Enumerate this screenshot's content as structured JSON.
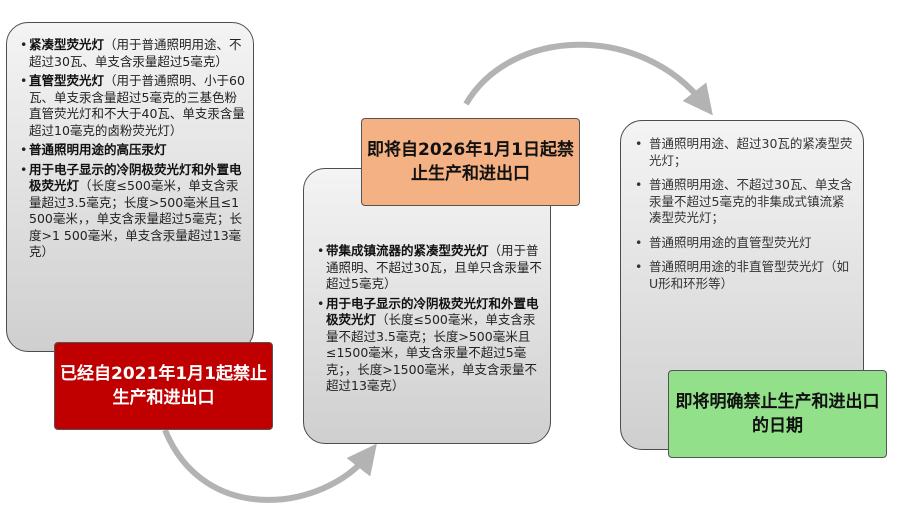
{
  "stage1": {
    "items": [
      {
        "bold": "紧凑型荧光灯",
        "text": "（用于普通照明用途、不超过30瓦、单支含汞量超过5毫克）"
      },
      {
        "bold": "直管型荧光灯",
        "text": "（用于普通照明、小于60瓦、单支汞含量超过5毫克的三基色粉直管荧光灯和不大于40瓦、单支汞含量超过10毫克的卤粉荧光灯）"
      },
      {
        "bold": "普通照明用途的高压汞灯",
        "text": ""
      },
      {
        "bold": "用于电子显示的冷阴极荧光灯和外置电极荧光灯",
        "text": "（长度≤500毫米，单支含汞量超过3.5毫克；长度>500毫米且≤1 500毫米，，单支含汞量超过5毫克；长度>1 500毫米，单支含汞量超过13毫克）"
      }
    ],
    "banner": "已经自2021年1月1起禁止生产和进出口"
  },
  "stage2": {
    "items": [
      {
        "bold": "带集成镇流器的紧凑型荧光灯",
        "text": "（用于普通照明、不超过30瓦，且单只含汞量不超过5毫克）"
      },
      {
        "bold": "用于电子显示的冷阴极荧光灯和外置电极荧光灯",
        "text": "（长度≤500毫米，单支含汞量不超过3.5毫克；长度>500毫米且≤1500毫米，单支含汞量不超过5毫克；，长度>1500毫米，单支含汞量不超过13毫克）"
      }
    ],
    "banner": "即将自2026年1月1日起禁止生产和进出口"
  },
  "stage3": {
    "items": [
      {
        "text": "普通照明用途、超过30瓦的紧凑型荧光灯；"
      },
      {
        "text": "普通照明用途、不超过30瓦、单支含汞量不超过5毫克的非集成式镇流紧凑型荧光灯；"
      },
      {
        "text": "普通照明用途的直管型荧光灯"
      },
      {
        "text": "普通照明用途的非直管型荧光灯（如U形和环形等）"
      }
    ],
    "banner": "即将明确禁止生产和进出口的日期"
  },
  "colors": {
    "banner1": "#c00000",
    "banner2": "#f4b183",
    "banner3": "#92e08a",
    "arrow": "#b3b3b3"
  }
}
